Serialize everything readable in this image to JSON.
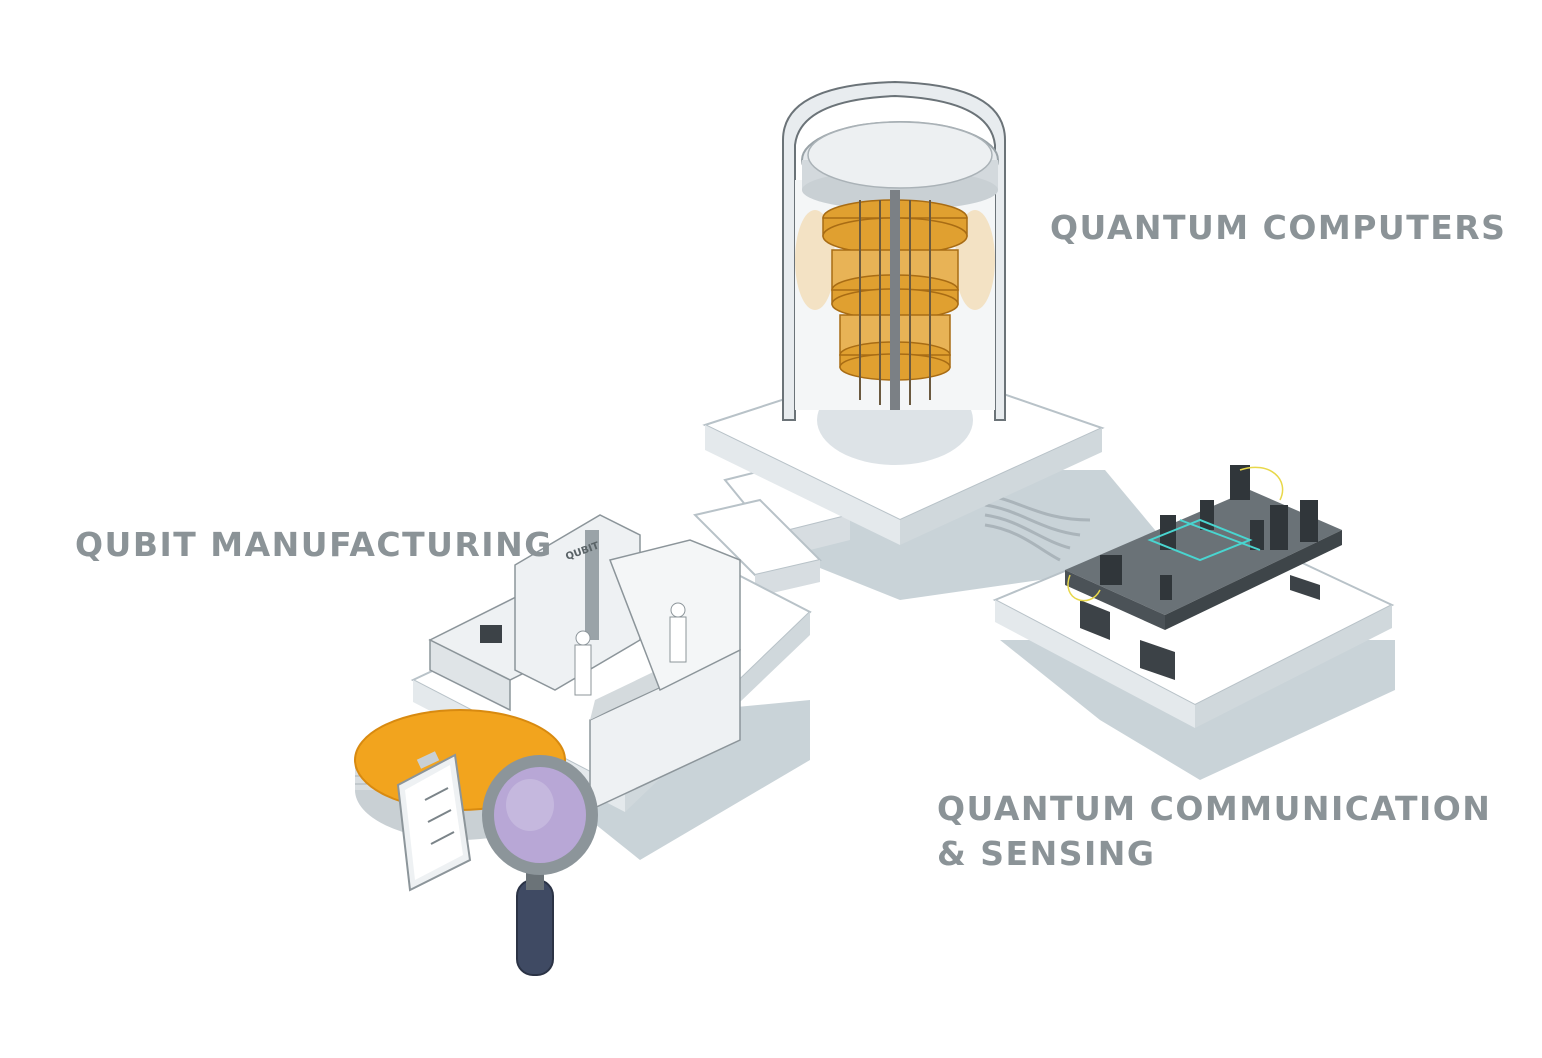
{
  "labels": {
    "quantum_computers": "QUANTUM COMPUTERS",
    "qubit_manufacturing": "QUBIT MANUFACTURING",
    "comm_line1": "QUANTUM COMMUNICATION",
    "comm_line2": "& SENSING"
  },
  "machine_logo": "QUBIT",
  "colors": {
    "label": "#8b9397",
    "gold": "#e0a030",
    "wafer": "#f2a41e",
    "shadow": "#c9d3d8",
    "platform_side": "#d7dde1",
    "table": "#4b5257"
  }
}
